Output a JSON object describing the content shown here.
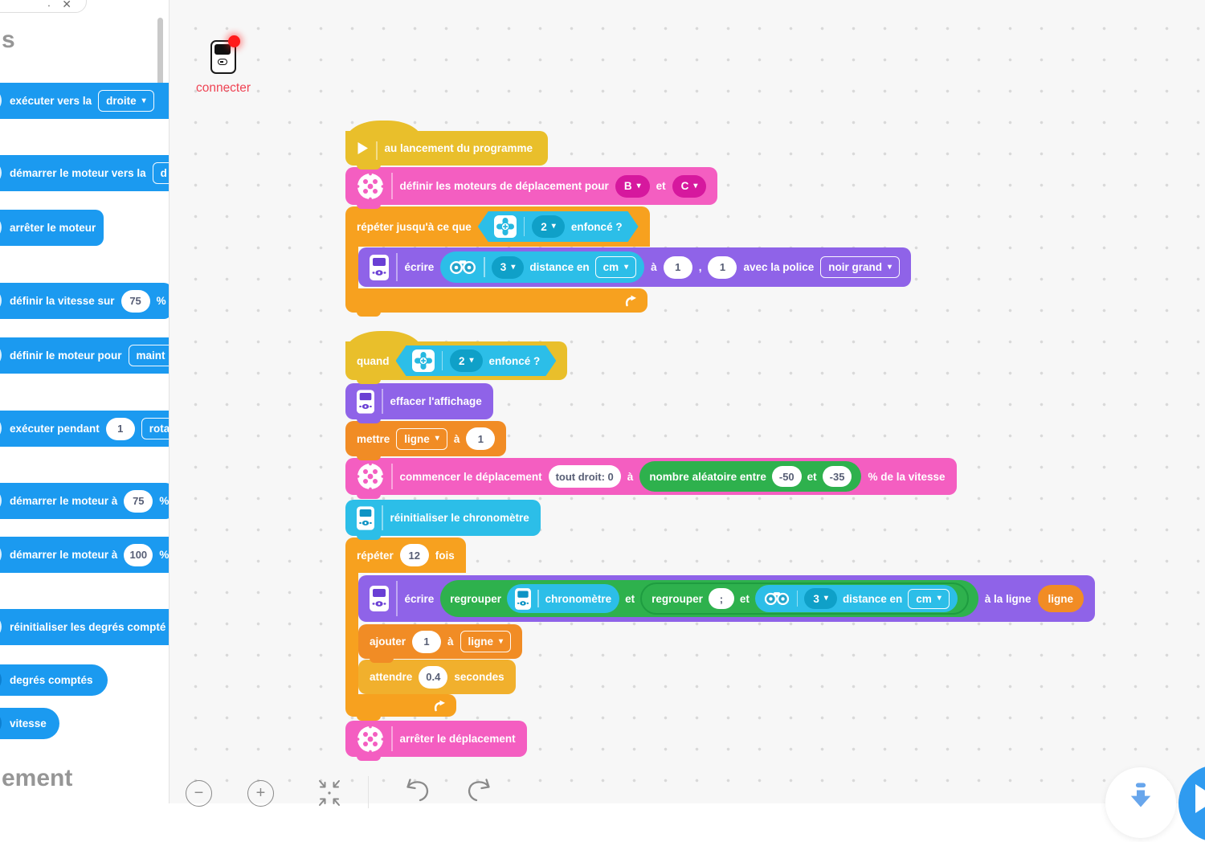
{
  "window": {
    "minimize_dot": "·",
    "close": "✕"
  },
  "palette": {
    "heading_top": "s",
    "heading_bottom": "ement",
    "blocks": {
      "run_direction": {
        "label": "exécuter  vers la",
        "dropdown": "droite"
      },
      "start_motor_direction": {
        "label": "démarrer le moteur  vers la",
        "dropdown": "d"
      },
      "stop_motor": {
        "label": "arrêter le moteur"
      },
      "set_speed": {
        "label": "définir la vitesse sur",
        "value": "75",
        "suffix": "%"
      },
      "set_motor": {
        "label": "définir le moteur pour",
        "dropdown": "maint"
      },
      "run_for": {
        "label": "exécuter pendant",
        "value": "1",
        "dropdown": "rota"
      },
      "start_motor_75": {
        "label": "démarrer le moteur à",
        "value": "75",
        "suffix": "%"
      },
      "start_motor_100": {
        "label": "démarrer le moteur à",
        "value": "100",
        "suffix": "%"
      },
      "reset_degrees": {
        "label": "réinitialiser les degrés compté"
      },
      "degrees_counted": {
        "label": "degrés comptés"
      },
      "speed": {
        "label": "vitesse"
      }
    }
  },
  "connect": {
    "label": "connecter"
  },
  "stack1": {
    "hat": {
      "label": "au lancement du programme"
    },
    "define_motors": {
      "label": "définir les moteurs de déplacement pour",
      "port1": "B",
      "et": "et",
      "port2": "C"
    },
    "repeat_until": {
      "label": "répéter jusqu'à ce que",
      "button": "2",
      "pressed": "enfoncé ?"
    },
    "write": {
      "verb": "écrire",
      "sensor_port": "3",
      "sensor_label": "distance en",
      "unit": "cm",
      "at": "à",
      "x": "1",
      "comma": ",",
      "y": "1",
      "font_label": "avec la police",
      "font": "noir grand"
    }
  },
  "stack2": {
    "hat": {
      "label": "quand",
      "button": "2",
      "pressed": "enfoncé ?"
    },
    "clear_display": {
      "label": "effacer l'affichage"
    },
    "set_var": {
      "verb": "mettre",
      "var": "ligne",
      "to": "à",
      "value": "1"
    },
    "start_moving": {
      "label": "commencer le déplacement",
      "steering": "tout droit: 0",
      "at": "à",
      "random_label": "nombre aléatoire entre",
      "min": "-50",
      "et": "et",
      "max": "-35",
      "suffix": "% de la vitesse"
    },
    "reset_timer": {
      "label": "réinitialiser le chronomètre"
    },
    "repeat": {
      "verb": "répéter",
      "count": "12",
      "times": "fois"
    },
    "write_line": {
      "verb": "écrire",
      "join_outer": {
        "label": "regrouper",
        "et": "et"
      },
      "timer": {
        "label": "chronomètre"
      },
      "join_inner": {
        "label": "regrouper",
        "value": ";",
        "et": "et"
      },
      "sensor": {
        "port": "3",
        "label": "distance en",
        "unit": "cm"
      },
      "at_line": "à la ligne",
      "line_var": "ligne"
    },
    "change_var": {
      "verb": "ajouter",
      "value": "1",
      "to": "à",
      "var": "ligne"
    },
    "wait": {
      "verb": "attendre",
      "value": "0.4",
      "unit": "secondes"
    },
    "stop_moving": {
      "label": "arrêter le déplacement"
    }
  },
  "toolbar": {
    "zoom_out": "−",
    "zoom_in": "+"
  },
  "colors": {
    "motor_blue": "#1b9af0",
    "events_yellow": "#e9bf2b",
    "control_orange": "#f7a11f",
    "variables_orange": "#f18c25",
    "wait_amber": "#f1b02d",
    "movement_pink": "#f45ec1",
    "display_purple": "#8f63e8",
    "sensor_cyan": "#2cbee8",
    "operator_green": "#2eb14d",
    "connect_red": "#ef4454",
    "run_blue": "#2f9bf0"
  }
}
